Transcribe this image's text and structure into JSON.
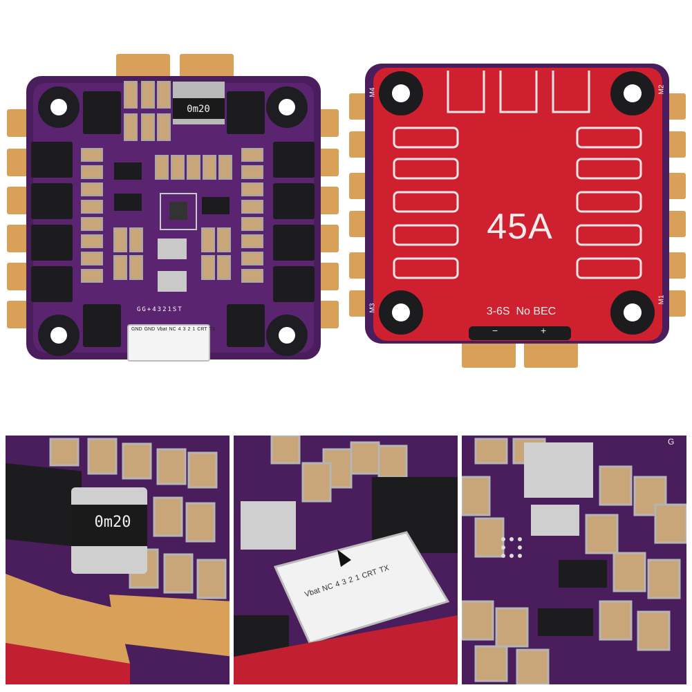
{
  "top_board": {
    "resistor_marking": "0m20",
    "pin_header_labels": [
      "GND",
      "GND",
      "Vbat",
      "NC",
      "4",
      "3",
      "2",
      "1",
      "CRT",
      "TX"
    ],
    "pin_top_labels": "GG+4321ST"
  },
  "heatsink_board": {
    "current_rating": "45A",
    "spec_label": "3-6S  No BEC",
    "motor_labels": [
      "M4",
      "M2",
      "M3",
      "M1"
    ],
    "plus_mark": "+",
    "minus_mark": "−"
  },
  "closeups": {
    "left_resistor_marking": "0m20",
    "middle_connector_labels": [
      "Vbat",
      "NC",
      "4",
      "3",
      "2",
      "1",
      "CRT",
      "TX"
    ],
    "right_marking": "G"
  },
  "colors": {
    "pcb_purple": "#4a1d5c",
    "pcb_purple_light": "#6b2d82",
    "heatsink_red": "#cf2030",
    "gold_pad": "#d9a05a",
    "mosfet_black": "#1c1c1e",
    "capacitor_tan": "#c9a57a"
  }
}
